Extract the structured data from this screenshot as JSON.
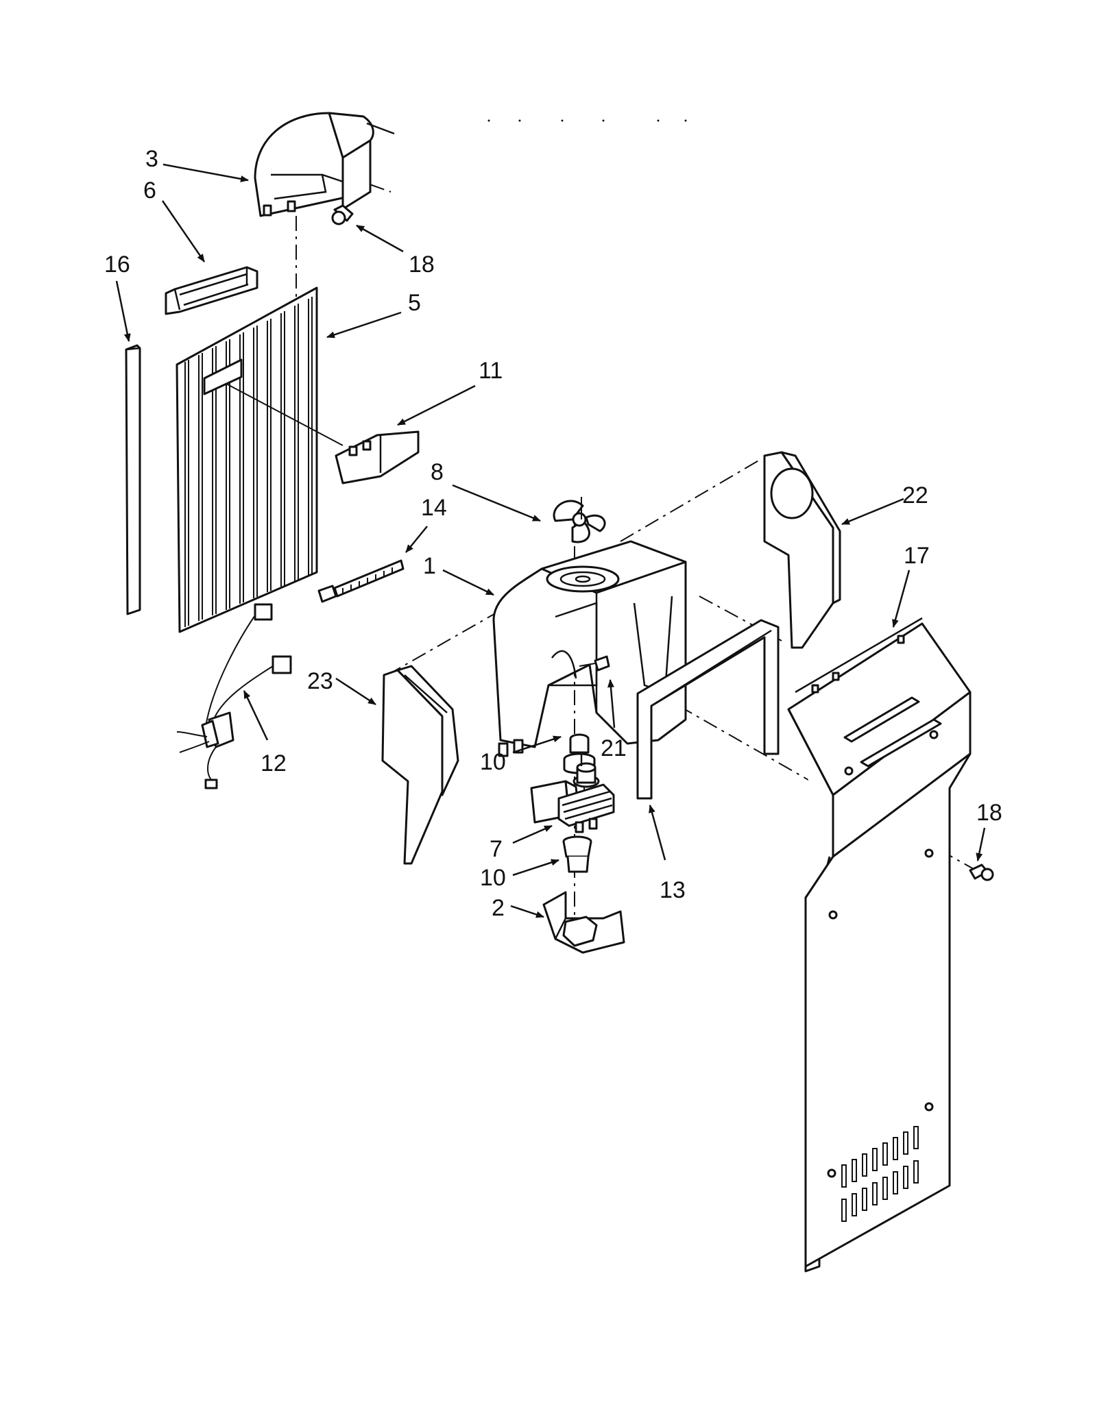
{
  "diagram": {
    "callouts": [
      {
        "id": "c3",
        "text": "3"
      },
      {
        "id": "c6",
        "text": "6"
      },
      {
        "id": "c16",
        "text": "16"
      },
      {
        "id": "c18a",
        "text": "18"
      },
      {
        "id": "c5",
        "text": "5"
      },
      {
        "id": "c11",
        "text": "11"
      },
      {
        "id": "c8",
        "text": "8"
      },
      {
        "id": "c14",
        "text": "14"
      },
      {
        "id": "c1",
        "text": "1"
      },
      {
        "id": "c22",
        "text": "22"
      },
      {
        "id": "c17",
        "text": "17"
      },
      {
        "id": "c23",
        "text": "23"
      },
      {
        "id": "c21",
        "text": "21"
      },
      {
        "id": "c10a",
        "text": "10"
      },
      {
        "id": "c12",
        "text": "12"
      },
      {
        "id": "c18b",
        "text": "18"
      },
      {
        "id": "c7",
        "text": "7"
      },
      {
        "id": "c10b",
        "text": "10"
      },
      {
        "id": "c13",
        "text": "13"
      },
      {
        "id": "c2",
        "text": "2"
      }
    ]
  }
}
